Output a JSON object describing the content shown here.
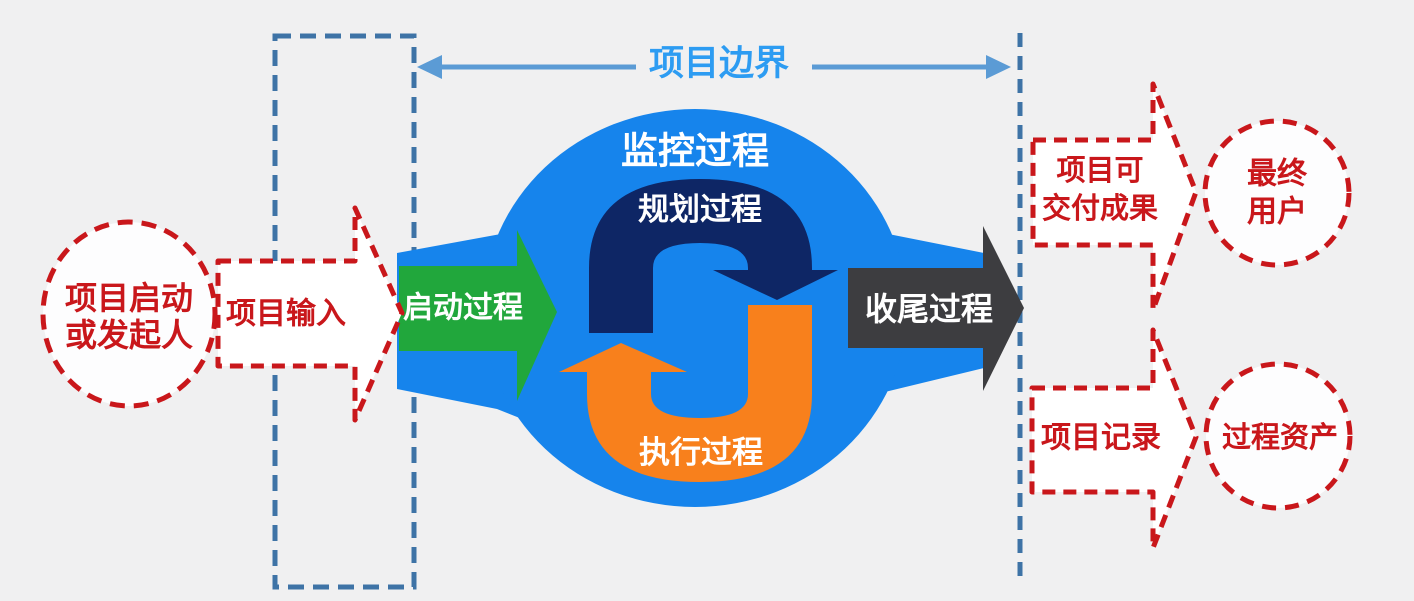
{
  "palette": {
    "background": "#F0F0F1",
    "core_blue": "#1684EC",
    "navy": "#0E2665",
    "orange": "#F8801C",
    "green": "#21A73C",
    "dark_gray": "#3D3D40",
    "red": "#C9171B",
    "dash_steel_blue": "#3E73A6",
    "boundary_line_blue": "#5B9BD5",
    "boundary_text_blue": "#2D9CF2",
    "white": "#FFFFFF"
  },
  "boundary": {
    "label": "项目边界"
  },
  "left": {
    "initiator_circle": {
      "line1": "项目启动",
      "line2": "或发起人"
    },
    "input_arrow": {
      "label": "项目输入"
    }
  },
  "core": {
    "initiating": "启动过程",
    "monitoring": "监控过程",
    "planning": "规划过程",
    "executing": "执行过程",
    "closing": "收尾过程"
  },
  "right": {
    "deliverable_arrow": {
      "line1": "项目可",
      "line2": "交付成果"
    },
    "end_user_circle": {
      "line1": "最终",
      "line2": "用户"
    },
    "record_arrow": {
      "label": "项目记录"
    },
    "asset_circle": {
      "label": "过程资产"
    }
  }
}
